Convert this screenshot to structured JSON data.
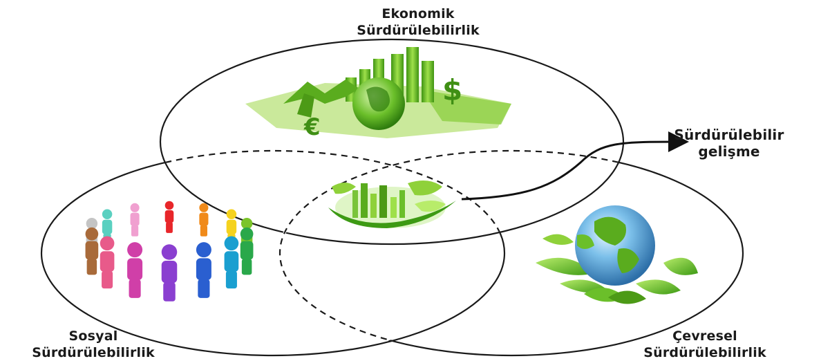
{
  "labels": {
    "economic": {
      "line1": "Ekonomik",
      "line2": "Sürdürülebilirlik"
    },
    "social": {
      "line1": "Sosyal",
      "line2": "Sürdürülebilirlik"
    },
    "environmental": {
      "line1": "Çevresel",
      "line2": "Sürdürülebilirlik"
    },
    "center": {
      "line1": "Sürdürülebilir",
      "line2": "gelişme"
    }
  },
  "colors": {
    "circle_stroke": "#1a1a1a",
    "green_dark": "#3c8a12",
    "green_light": "#8fd13a",
    "globe_blue": "#5aa9e0"
  },
  "icons": [
    "economy-chart-globe-image",
    "people-circle-image",
    "leaf-globe-image",
    "green-city-image"
  ]
}
